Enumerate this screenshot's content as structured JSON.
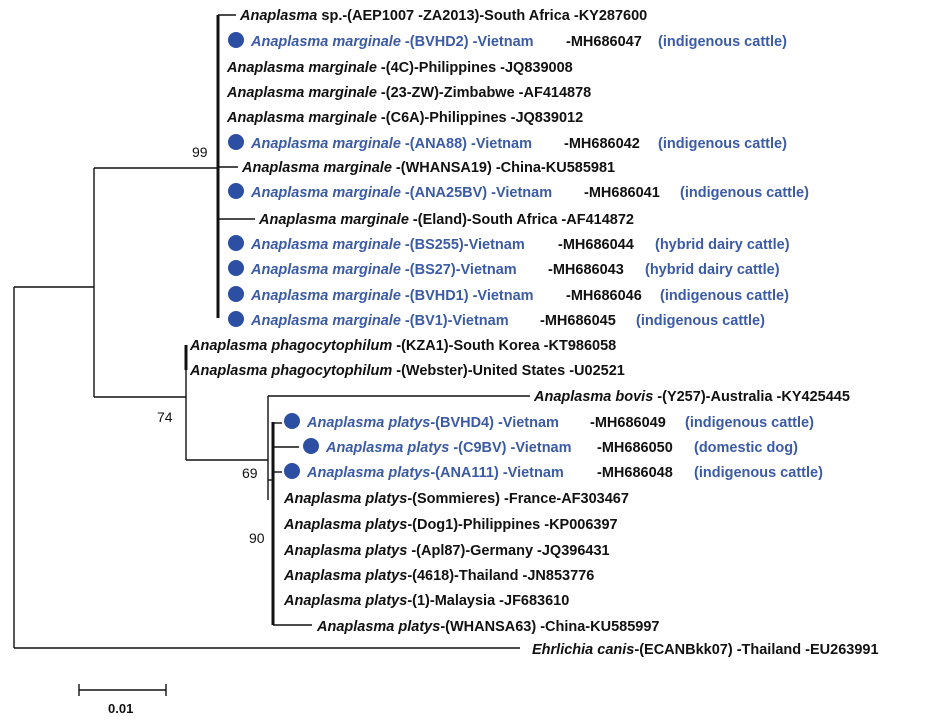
{
  "colors": {
    "highlight": "#3b5ba5",
    "dot": "#2c4fa3",
    "line": "#111111"
  },
  "bootstrap": {
    "b99": "99",
    "b74": "74",
    "b69": "69",
    "b90": "90"
  },
  "scale_bar": {
    "label": "0.01"
  },
  "taxa": [
    {
      "id": "t1",
      "sp": "Anaplasma",
      "rest": " sp.-(AEP1007 -ZA2013)-South Africa -KY287600",
      "acc": "",
      "host": "",
      "highlighted": false
    },
    {
      "id": "t2",
      "sp": "Anaplasma marginale",
      "rest": " -(BVHD2) -Vietnam",
      "acc": "-MH686047",
      "host": "(indigenous cattle)",
      "highlighted": true
    },
    {
      "id": "t3",
      "sp": "Anaplasma marginale",
      "rest": " -(4C)-Philippines -JQ839008",
      "acc": "",
      "host": "",
      "highlighted": false
    },
    {
      "id": "t4",
      "sp": "Anaplasma marginale",
      "rest": " -(23-ZW)-Zimbabwe -AF414878",
      "acc": "",
      "host": "",
      "highlighted": false
    },
    {
      "id": "t5",
      "sp": "Anaplasma marginale",
      "rest": " -(C6A)-Philippines -JQ839012",
      "acc": "",
      "host": "",
      "highlighted": false
    },
    {
      "id": "t6",
      "sp": "Anaplasma marginale",
      "rest": " -(ANA88) -Vietnam",
      "acc": "-MH686042",
      "host": "(indigenous cattle)",
      "highlighted": true
    },
    {
      "id": "t7",
      "sp": "Anaplasma marginale",
      "rest": " -(WHANSA19) -China-KU585981",
      "acc": "",
      "host": "",
      "highlighted": false
    },
    {
      "id": "t8",
      "sp": "Anaplasma marginale",
      "rest": " -(ANA25BV) -Vietnam",
      "acc": "-MH686041",
      "host": "(indigenous cattle)",
      "highlighted": true
    },
    {
      "id": "t9",
      "sp": "Anaplasma marginale",
      "rest": " -(Eland)-South Africa -AF414872",
      "acc": "",
      "host": "",
      "highlighted": false
    },
    {
      "id": "t10",
      "sp": "Anaplasma marginale",
      "rest": " -(BS255)-Vietnam",
      "acc": "-MH686044",
      "host": "(hybrid dairy cattle)",
      "highlighted": true
    },
    {
      "id": "t11",
      "sp": "Anaplasma marginale",
      "rest": " -(BS27)-Vietnam",
      "acc": "-MH686043",
      "host": "(hybrid dairy cattle)",
      "highlighted": true
    },
    {
      "id": "t12",
      "sp": "Anaplasma marginale",
      "rest": " -(BVHD1) -Vietnam",
      "acc": "-MH686046",
      "host": "(indigenous cattle)",
      "highlighted": true
    },
    {
      "id": "t13",
      "sp": "Anaplasma marginale",
      "rest": " -(BV1)-Vietnam",
      "acc": "-MH686045",
      "host": "(indigenous cattle)",
      "highlighted": true
    },
    {
      "id": "t14",
      "sp": "Anaplasma phagocytophilum",
      "rest": " -(KZA1)-South Korea -KT986058",
      "acc": "",
      "host": "",
      "highlighted": false
    },
    {
      "id": "t15",
      "sp": "Anaplasma phagocytophilum",
      "rest": " -(Webster)-United States -U02521",
      "acc": "",
      "host": "",
      "highlighted": false
    },
    {
      "id": "t16",
      "sp": "Anaplasma bovis",
      "rest": " -(Y257)-Australia -KY425445",
      "acc": "",
      "host": "",
      "highlighted": false
    },
    {
      "id": "t17",
      "sp": "Anaplasma platys",
      "rest": "-(BVHD4) -Vietnam",
      "acc": "-MH686049",
      "host": "(indigenous cattle)",
      "highlighted": true
    },
    {
      "id": "t18",
      "sp": "Anaplasma platys",
      "rest": " -(C9BV) -Vietnam",
      "acc": "-MH686050",
      "host": "(domestic dog)",
      "highlighted": true
    },
    {
      "id": "t19",
      "sp": "Anaplasma platys",
      "rest": "-(ANA111) -Vietnam",
      "acc": "-MH686048",
      "host": "(indigenous cattle)",
      "highlighted": true
    },
    {
      "id": "t20",
      "sp": "Anaplasma platys",
      "rest": "-(Sommieres) -France-AF303467",
      "acc": "",
      "host": "",
      "highlighted": false
    },
    {
      "id": "t21",
      "sp": "Anaplasma platys",
      "rest": "-(Dog1)-Philippines -KP006397",
      "acc": "",
      "host": "",
      "highlighted": false
    },
    {
      "id": "t22",
      "sp": "Anaplasma platys",
      "rest": " -(Apl87)-Germany -JQ396431",
      "acc": "",
      "host": "",
      "highlighted": false
    },
    {
      "id": "t23",
      "sp": "Anaplasma platys",
      "rest": "-(4618)-Thailand -JN853776",
      "acc": "",
      "host": "",
      "highlighted": false
    },
    {
      "id": "t24",
      "sp": "Anaplasma platys",
      "rest": "-(1)-Malaysia -JF683610",
      "acc": "",
      "host": "",
      "highlighted": false
    },
    {
      "id": "t25",
      "sp": "Anaplasma platys",
      "rest": "-(WHANSA63) -China-KU585997",
      "acc": "",
      "host": "",
      "highlighted": false
    },
    {
      "id": "t26",
      "sp": "Ehrlichia canis",
      "rest": "-(ECANBkk07) -Thailand -EU263991",
      "acc": "",
      "host": "",
      "highlighted": false
    }
  ]
}
